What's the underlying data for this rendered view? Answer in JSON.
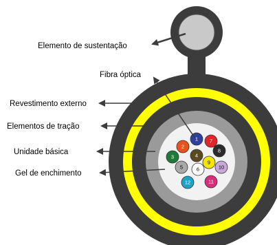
{
  "labels": {
    "support": "Elemento de sustentação",
    "fiber": "Fibra óptica",
    "jacket": "Revestimento externo",
    "strength": "Elementos de tração",
    "unit": "Unidade básica",
    "gel": "Gel de enchimento"
  },
  "fibers": [
    {
      "number": "1",
      "fill": "#2f3f9e",
      "text": "#ffffff"
    },
    {
      "number": "2",
      "fill": "#e8541e",
      "text": "#ffffff"
    },
    {
      "number": "3",
      "fill": "#1f7a3a",
      "text": "#ffffff"
    },
    {
      "number": "4",
      "fill": "#5a4a1e",
      "text": "#ffffff"
    },
    {
      "number": "5",
      "fill": "#a9a9a9",
      "text": "#000000"
    },
    {
      "number": "6",
      "fill": "#ffffff",
      "text": "#000000"
    },
    {
      "number": "7",
      "fill": "#e0262b",
      "text": "#ffffff"
    },
    {
      "number": "8",
      "fill": "#2b2b2b",
      "text": "#ffffff"
    },
    {
      "number": "9",
      "fill": "#f3e600",
      "text": "#000000"
    },
    {
      "number": "10",
      "fill": "#c8a8d8",
      "text": "#000000"
    },
    {
      "number": "11",
      "fill": "#d62e79",
      "text": "#ffffff"
    },
    {
      "number": "12",
      "fill": "#1fa3c4",
      "text": "#ffffff"
    }
  ],
  "colors": {
    "jacket": "#3c3c3c",
    "strength_yarn": "#ffff00",
    "inner_sheath": "#3c3c3c",
    "basic_unit": "#9a9a9a",
    "gel": "#f2f2f2",
    "support_core": "#c9c9c9"
  }
}
